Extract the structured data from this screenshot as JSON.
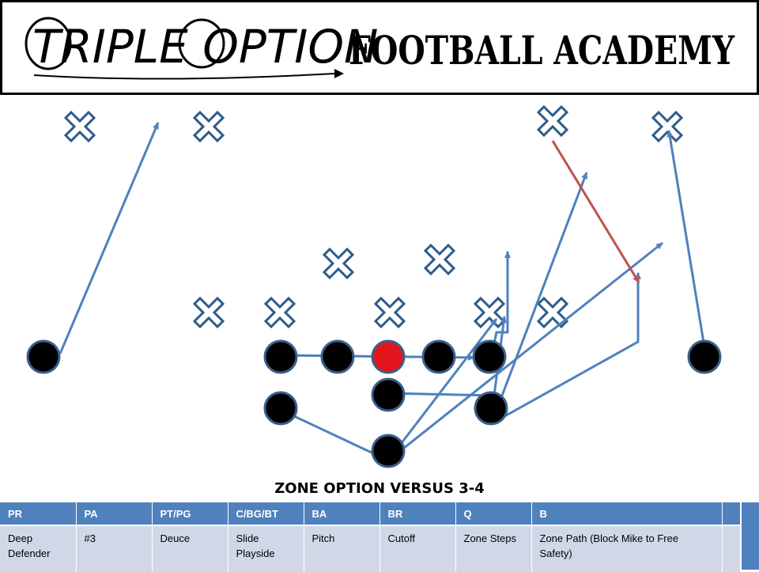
{
  "banner": {
    "script_text": "Triple Option",
    "block_text": "Football Academy"
  },
  "diagram": {
    "colors": {
      "offense": "#000000",
      "offense_outline": "#3a5f8a",
      "center_highlight": "#e3141c",
      "route_line": "#4f81bd",
      "defender_route": "#c0504d",
      "defender_outline": "#2e5b8a"
    }
  },
  "play_title": "ZONE OPTION VERSUS 3-4",
  "table": {
    "headers": [
      "PR",
      "PA",
      "PT/PG",
      "C/BG/BT",
      "BA",
      "BR",
      "Q",
      "B",
      ""
    ],
    "row": [
      "Deep Defender",
      "#3",
      "Deuce",
      "Slide Playside",
      "Pitch",
      "Cutoff",
      "Zone Steps",
      "Zone Path (Block Mike to Free Safety)",
      ""
    ]
  }
}
